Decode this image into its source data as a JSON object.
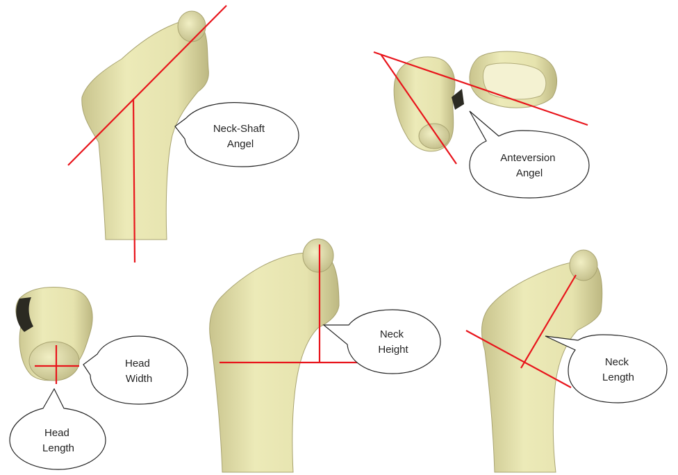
{
  "colors": {
    "bone": "#eceab8",
    "bone_shade": "#c9c48d",
    "bone_dark": "#8f8a5e",
    "measure_line": "#e8141b",
    "callout_stroke": "#222222",
    "callout_fill": "#ffffff"
  },
  "labels": {
    "neck_shaft": [
      "Neck-Shaft",
      "Angel"
    ],
    "anteversion": [
      "Anteversion",
      "Angel"
    ],
    "head_width": [
      "Head",
      "Width"
    ],
    "head_length": [
      "Head",
      "Length"
    ],
    "neck_height": [
      "Neck",
      "Height"
    ],
    "neck_length": [
      "Neck",
      "Length"
    ]
  }
}
